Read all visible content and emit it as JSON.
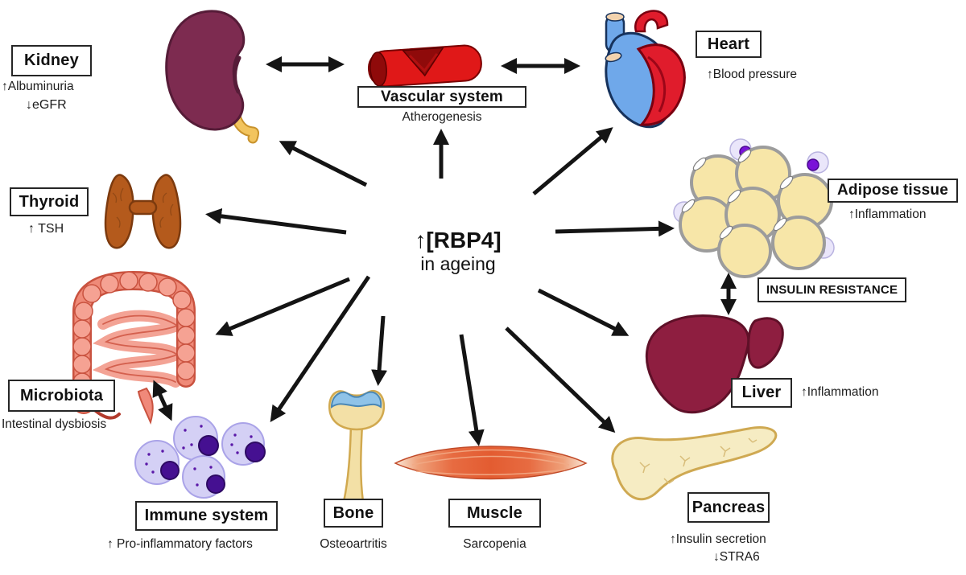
{
  "figure": {
    "center_line1": "↑[RBP4]",
    "center_line2": "in ageing"
  },
  "nodes": {
    "kidney": {
      "label": "Kidney",
      "effects": [
        "↑Albuminuria",
        "↓eGFR"
      ]
    },
    "vascular": {
      "label": "Vascular system",
      "effects": [
        "Atherogenesis"
      ]
    },
    "heart": {
      "label": "Heart",
      "effects": [
        "↑Blood pressure"
      ]
    },
    "adipose": {
      "label": "Adipose tissue",
      "effects": [
        "↑Inflammation"
      ]
    },
    "insulin": {
      "label": "INSULIN RESISTANCE",
      "effects": []
    },
    "liver": {
      "label": "Liver",
      "effects": [
        "↑Inflammation"
      ]
    },
    "pancreas": {
      "label": "Pancreas",
      "effects": [
        "↑Insulin secretion",
        "↓STRA6"
      ]
    },
    "muscle": {
      "label": "Muscle",
      "effects": [
        "Sarcopenia"
      ]
    },
    "bone": {
      "label": "Bone",
      "effects": [
        "Osteoartritis"
      ]
    },
    "immune": {
      "label": "Immune system",
      "effects": [
        "↑ Pro-inflammatory factors"
      ]
    },
    "microbiota": {
      "label": "Microbiota",
      "effects": [
        "Intestinal dysbiosis"
      ]
    },
    "thyroid": {
      "label": "Thyroid",
      "effects": [
        "↑ TSH"
      ]
    }
  },
  "colors": {
    "arrow": "#141414",
    "box_border": "#262626",
    "kidney": "#7d2b50",
    "liver": "#8e1e40",
    "vessel_red": "#e01818",
    "vessel_dark": "#8f0a0a",
    "heart_red": "#e01c2c",
    "heart_blue": "#6fa8ea",
    "adipose_fill": "#f7e6a8",
    "adipose_rim": "#9c9c9c",
    "macrophage_purple": "#7a14d8",
    "pancreas": "#f6ecc3",
    "muscle_center": "#e35c31",
    "bone_fill": "#f3e0a6",
    "cartilage_blue": "#8fc3e8",
    "thyroid": "#b45a1c",
    "intestine": "#ef8a78",
    "intestine_dark": "#c9523f",
    "immune_cell": "#d4d0f5",
    "immune_nucleus": "#451091"
  }
}
